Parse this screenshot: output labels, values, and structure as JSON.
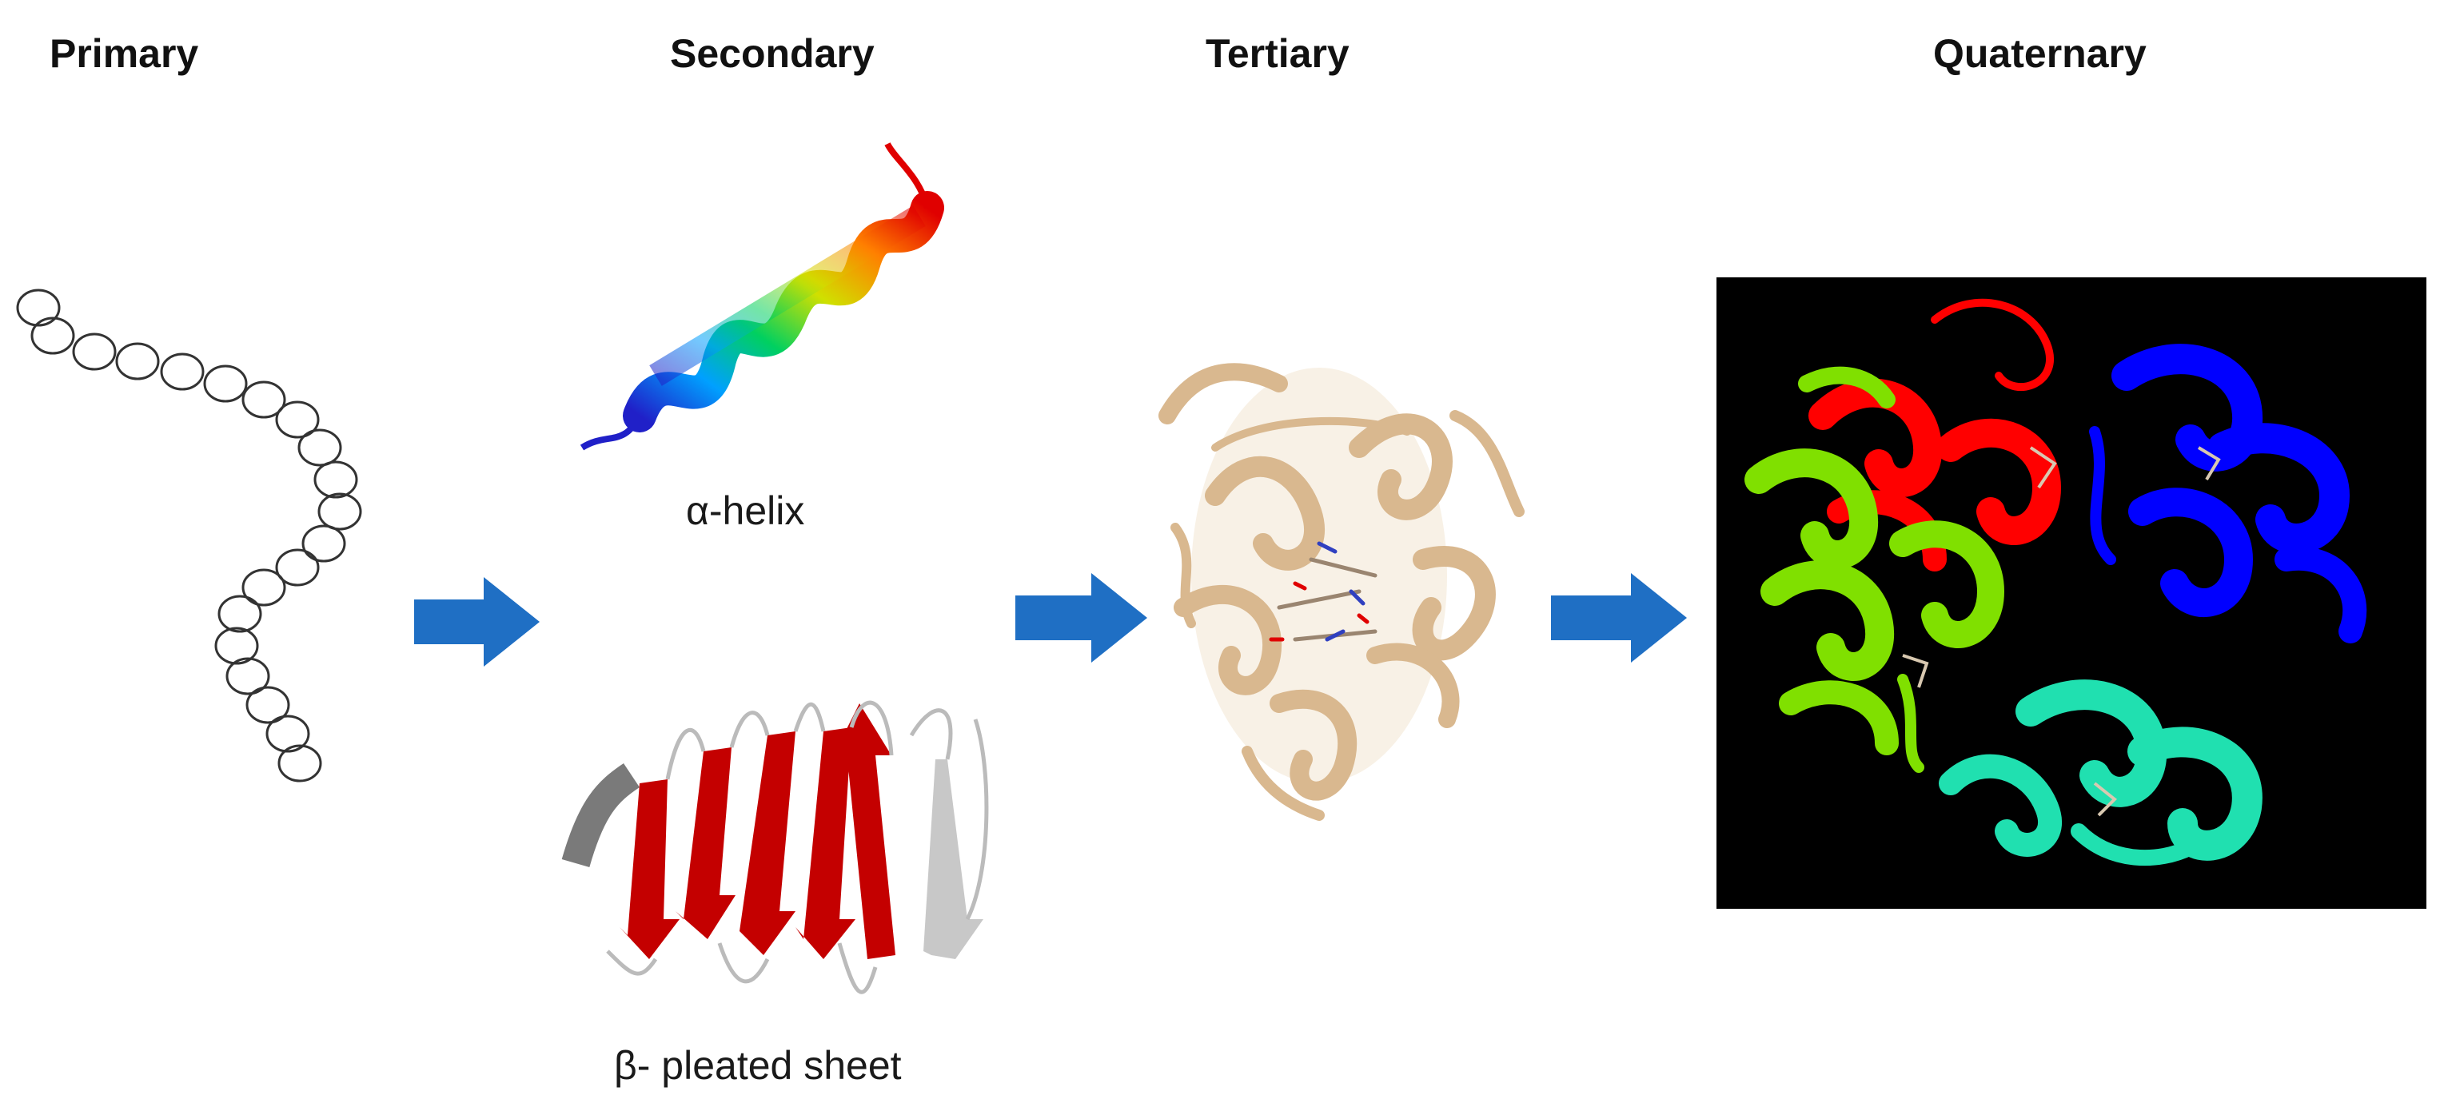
{
  "stages": {
    "primary": "Primary",
    "secondary": "Secondary",
    "tertiary": "Tertiary",
    "quaternary": "Quaternary"
  },
  "captions": {
    "alpha_helix": "α-helix",
    "beta_sheet": "β- pleated sheet"
  },
  "colors": {
    "arrow": "#1f6fc4",
    "bead_stroke": "#333333",
    "helix_gradient": [
      "#2020c8",
      "#00a0ff",
      "#00d060",
      "#d0e000",
      "#ff8000",
      "#e00000"
    ],
    "sheet_red": "#cc0000",
    "sheet_grey": "#bdbdbd",
    "tertiary_tan": "#d9b88f",
    "quaternary_background": "#000000",
    "quaternary_chains": [
      "#ff0000",
      "#0000ff",
      "#20e0b0",
      "#80e000"
    ]
  },
  "icons": [
    "right-arrow-icon",
    "right-arrow-icon",
    "right-arrow-icon"
  ]
}
